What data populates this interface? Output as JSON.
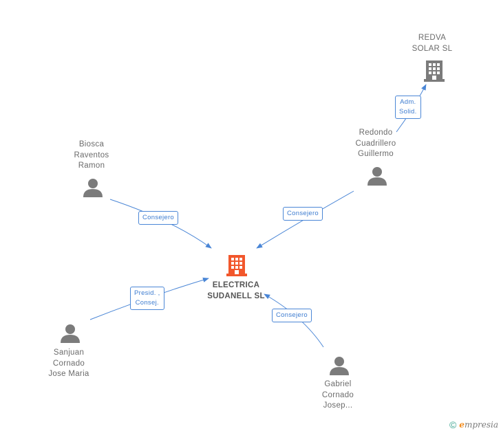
{
  "colors": {
    "edge": "#4a86d6",
    "person": "#7b7b7b",
    "company_main": "#f2572c",
    "company_other": "#7b7b7b"
  },
  "nodes": {
    "center": {
      "lines": [
        "ELECTRICA",
        "SUDANELL SL"
      ],
      "icon": "building-icon"
    },
    "redva": {
      "lines": [
        "REDVA",
        "SOLAR SL"
      ],
      "icon": "building-icon"
    },
    "redondo": {
      "lines": [
        "Redondo",
        "Cuadrillero",
        "Guillermo"
      ],
      "icon": "person-icon"
    },
    "biosca": {
      "lines": [
        "Biosca",
        "Raventos",
        "Ramon"
      ],
      "icon": "person-icon"
    },
    "sanjuan": {
      "lines": [
        "Sanjuan",
        "Cornado",
        "Jose Maria"
      ],
      "icon": "person-icon"
    },
    "gabriel": {
      "lines": [
        "Gabriel",
        "Cornado",
        "Josep..."
      ],
      "icon": "person-icon"
    }
  },
  "edges": {
    "biosca": [
      "Consejero"
    ],
    "redondo": [
      "Consejero"
    ],
    "redva": [
      "Adm.",
      "Solid."
    ],
    "sanjuan": [
      "Presid. ,",
      "Consej."
    ],
    "gabriel": [
      "Consejero"
    ]
  },
  "footer": {
    "copyright": "©",
    "brand_initial": "e",
    "brand_rest": "mpresia"
  }
}
